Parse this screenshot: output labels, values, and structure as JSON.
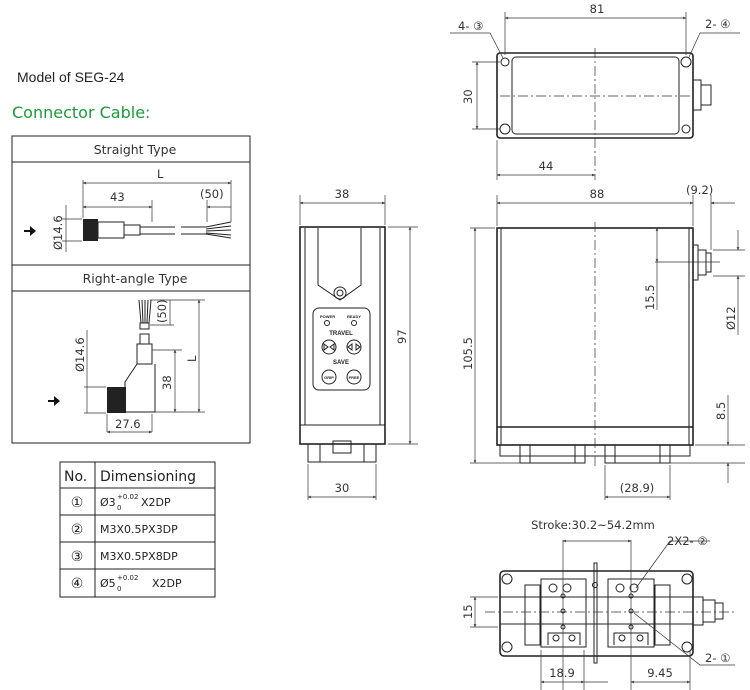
{
  "model_title": "Model of SEG-24",
  "section_title": "Connector Cable:",
  "accent_color": "#1a9a3a",
  "cable": {
    "straight": {
      "label": "Straight Type",
      "dim_L": "L",
      "dim_43": "43",
      "dim_50": "(50)",
      "dim_dia": "Ø14.6"
    },
    "right_angle": {
      "label": "Right-angle Type",
      "dim_L": "L",
      "dim_38": "38",
      "dim_50": "(50)",
      "dim_dia": "Ø14.6",
      "dim_27": "27.6"
    }
  },
  "table": {
    "headers": [
      "No.",
      "Dimensioning"
    ],
    "rows": [
      {
        "no": "①",
        "base": "Ø3",
        "tol_up": "+0.02",
        "tol_dn": "0",
        "suffix": "X2DP"
      },
      {
        "no": "②",
        "text": "M3X0.5PX3DP"
      },
      {
        "no": "③",
        "text": "M3X0.5PX8DP"
      },
      {
        "no": "④",
        "base": "Ø5",
        "tol_up": "+0.02",
        "tol_dn": "0",
        "suffix": "X2DP"
      }
    ]
  },
  "front_view": {
    "dim_width": "38",
    "dim_height": "97",
    "dim_bottom": "30",
    "keypad": {
      "power": "POWER",
      "ready": "READY",
      "travel": "TRAVEL",
      "save": "SAVE",
      "grip": "GRIP",
      "free": "FREE"
    }
  },
  "top_view": {
    "dim_81": "81",
    "dim_30": "30",
    "dim_44": "44",
    "callout_left": "4- ③",
    "callout_right": "2- ④"
  },
  "side_view": {
    "dim_88": "88",
    "dim_92": "(9.2)",
    "dim_1055": "105.5",
    "dim_155": "15.5",
    "dim_dia12": "Ø12",
    "dim_85": "8.5",
    "dim_289": "(28.9)"
  },
  "bottom_view": {
    "stroke": "Stroke:30.2~54.2mm",
    "dim_15": "15",
    "dim_189": "18.9",
    "dim_945": "9.45",
    "callout_top": "2X2- ②",
    "callout_bottom": "2- ①"
  }
}
